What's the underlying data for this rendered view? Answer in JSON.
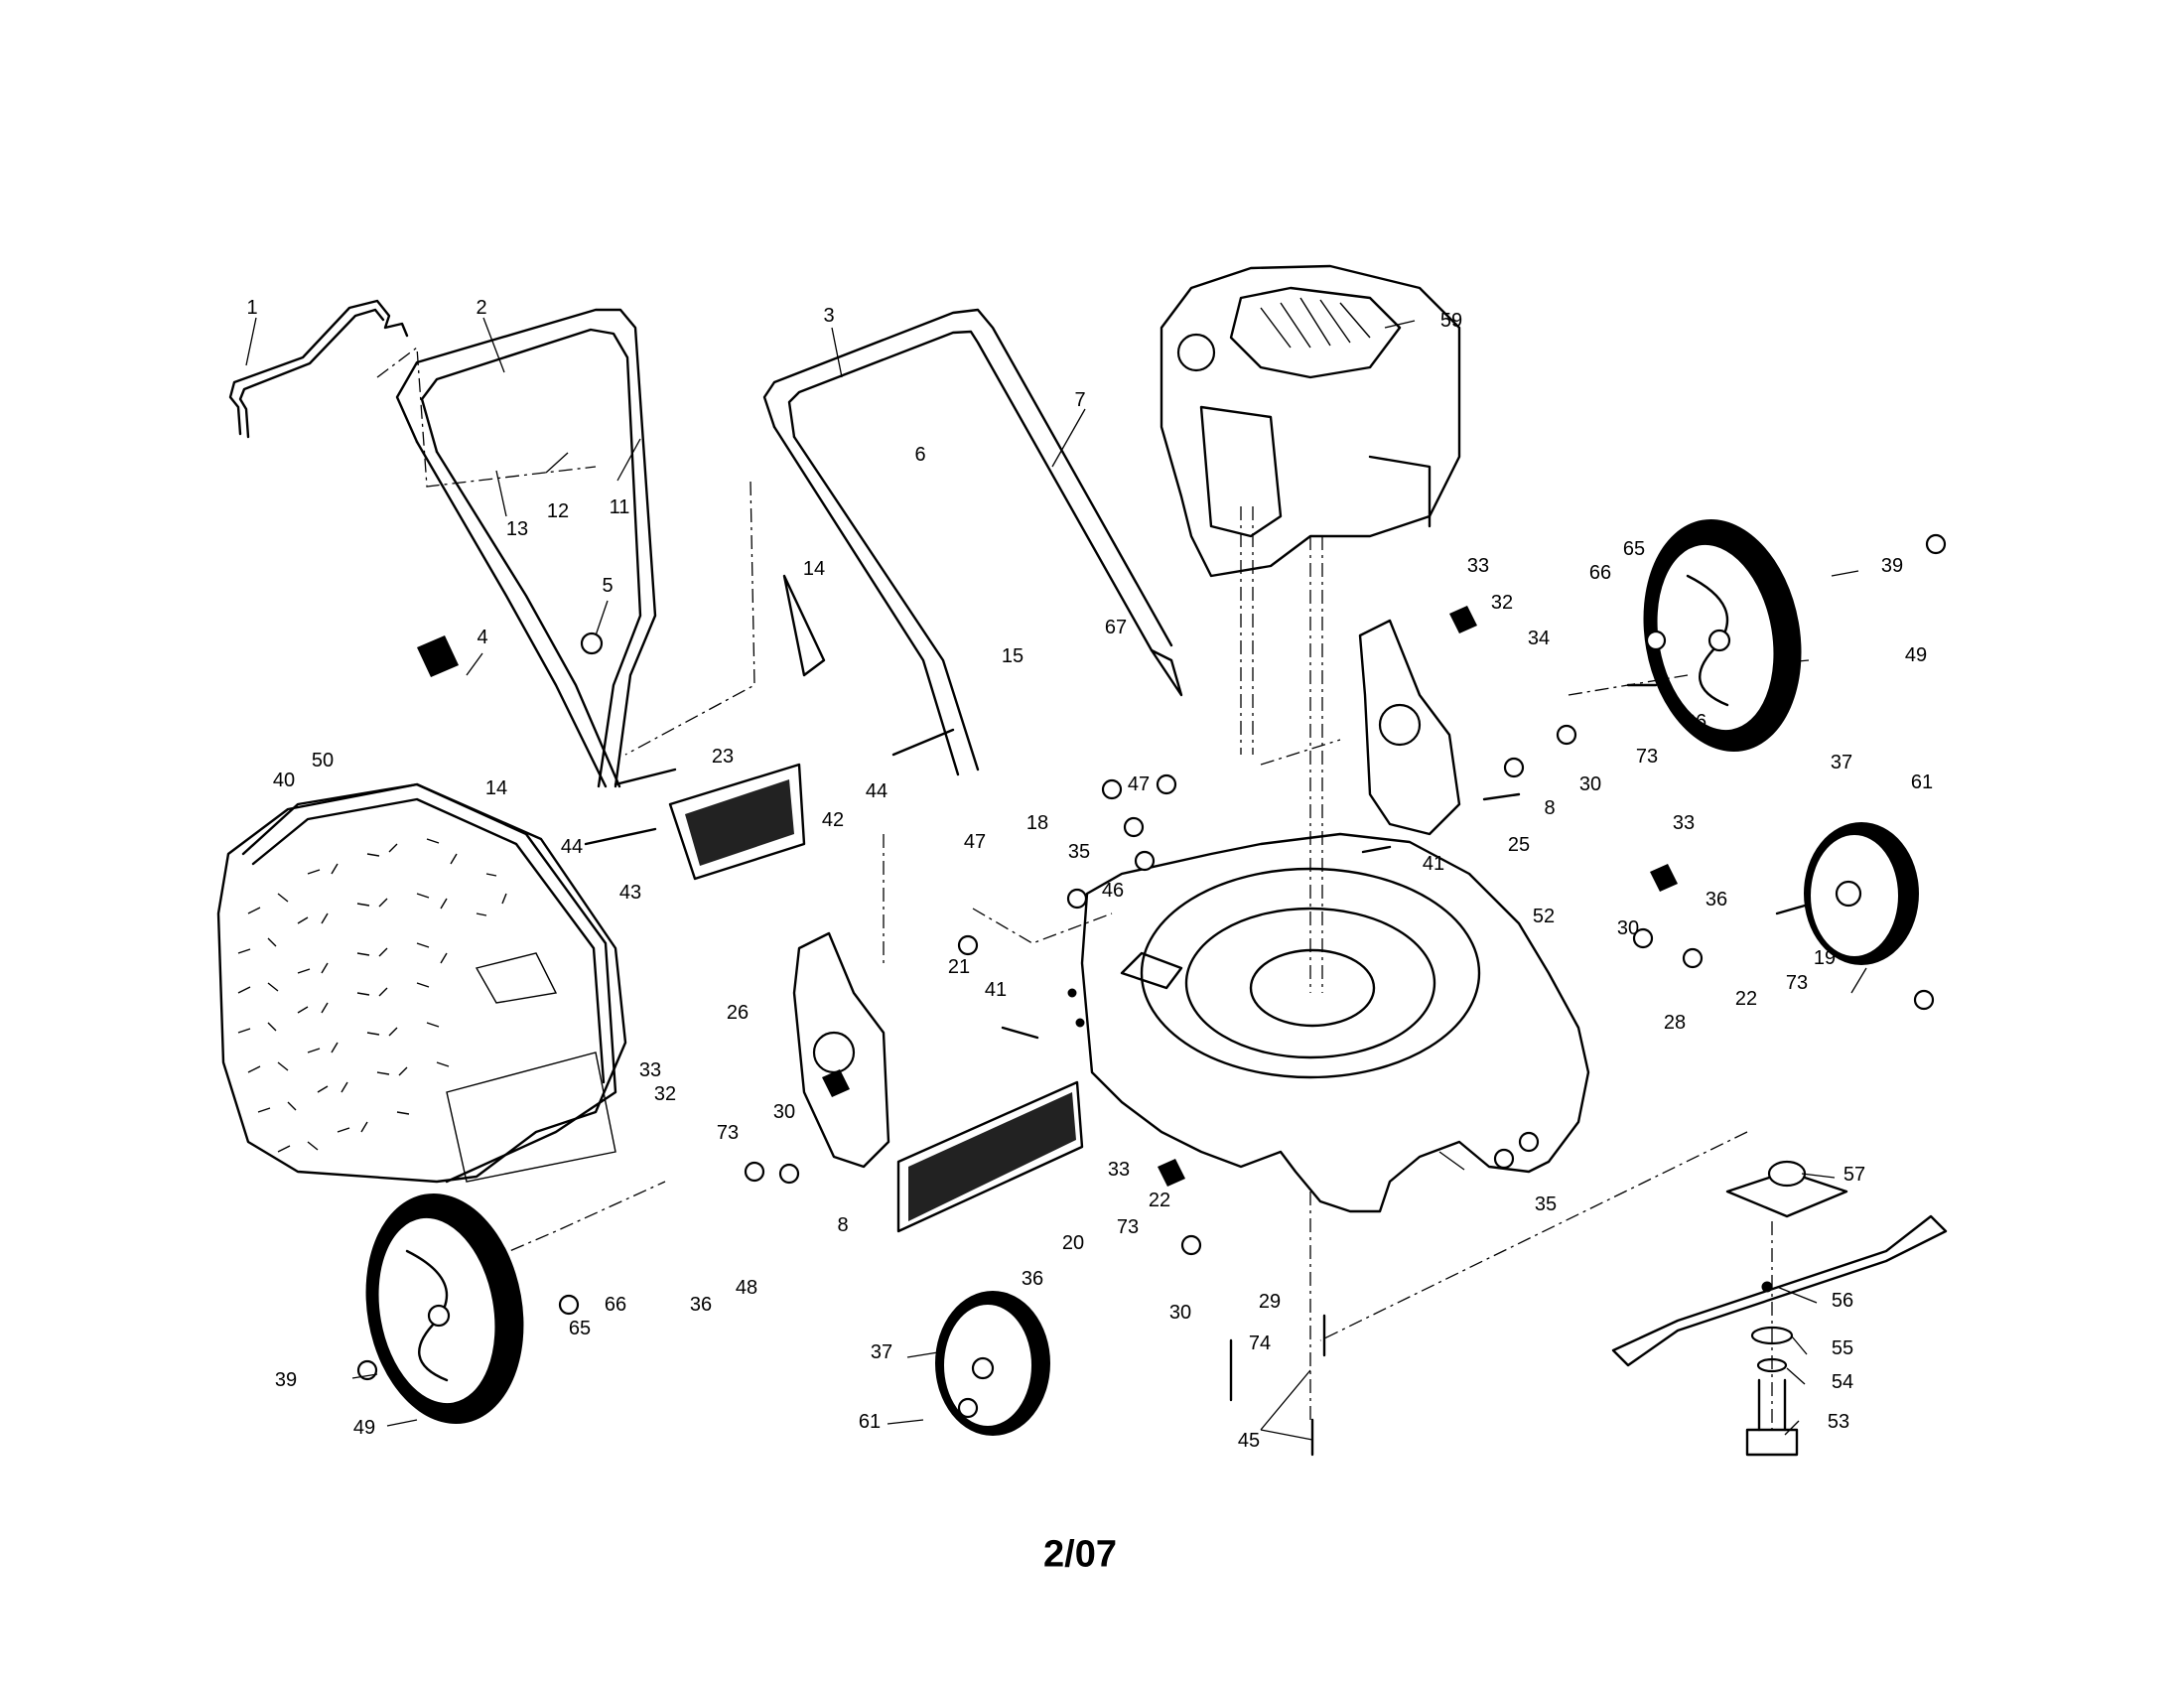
{
  "page_code": "2/07",
  "labels": {
    "p1": "1",
    "p2": "2",
    "p3": "3",
    "p4": "4",
    "p5": "5",
    "p6": "6",
    "p7": "7",
    "p8": "8",
    "p8b": "8",
    "p11": "11",
    "p12": "12",
    "p13": "13",
    "p14": "14",
    "p14b": "14",
    "p15": "15",
    "p18": "18",
    "p19": "19",
    "p20": "20",
    "p21": "21",
    "p22": "22",
    "p22b": "22",
    "p23": "23",
    "p25": "25",
    "p26": "26",
    "p28": "28",
    "p29": "29",
    "p30": "30",
    "p30b": "30",
    "p30c": "30",
    "p30d": "30",
    "p32": "32",
    "p32b": "32",
    "p33": "33",
    "p33b": "33",
    "p33c": "33",
    "p33d": "33",
    "p34": "34",
    "p35": "35",
    "p35b": "35",
    "p36": "36",
    "p36b": "36",
    "p36c": "36",
    "p36d": "36",
    "p37": "37",
    "p37b": "37",
    "p39": "39",
    "p39b": "39",
    "p40": "40",
    "p41": "41",
    "p41b": "41",
    "p42": "42",
    "p43": "43",
    "p44": "44",
    "p44b": "44",
    "p45": "45",
    "p46": "46",
    "p47": "47",
    "p47b": "47",
    "p48": "48",
    "p49": "49",
    "p49b": "49",
    "p50": "50",
    "p52": "52",
    "p53": "53",
    "p54": "54",
    "p55": "55",
    "p56": "56",
    "p57": "57",
    "p59": "59",
    "p61": "61",
    "p61b": "61",
    "p65": "65",
    "p65b": "65",
    "p66": "66",
    "p66b": "66",
    "p67": "67",
    "p73": "73",
    "p73b": "73",
    "p73c": "73",
    "p73d": "73",
    "p74": "74"
  }
}
